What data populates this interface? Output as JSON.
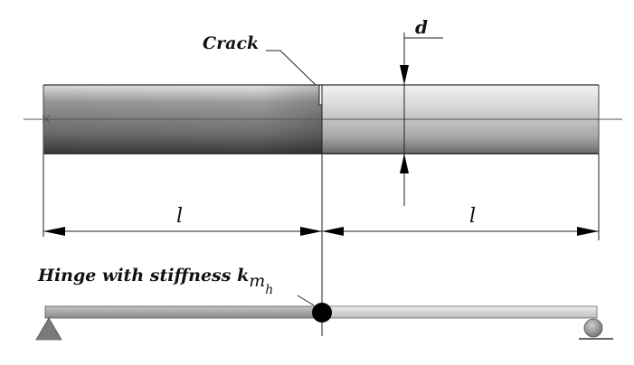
{
  "labels": {
    "crack": "Crack",
    "diameter": "d",
    "left_length": "l",
    "right_length": "l",
    "hinge_text": "Hinge with stiffness k",
    "hinge_sub_m": "m",
    "hinge_sub_h": "h"
  },
  "colors": {
    "line": "#222222",
    "shaft_dark": "#4a4a4a",
    "shaft_light": "#e8e8e8",
    "beam_left": "#9a9a9a",
    "beam_right": "#c8c8c8",
    "hinge": "#000000",
    "support": "#7a7a7a"
  },
  "icons": {
    "left_support": "pin-support-triangle-icon",
    "right_support": "roller-support-circle-icon",
    "hinge": "hinge-dot-icon"
  }
}
